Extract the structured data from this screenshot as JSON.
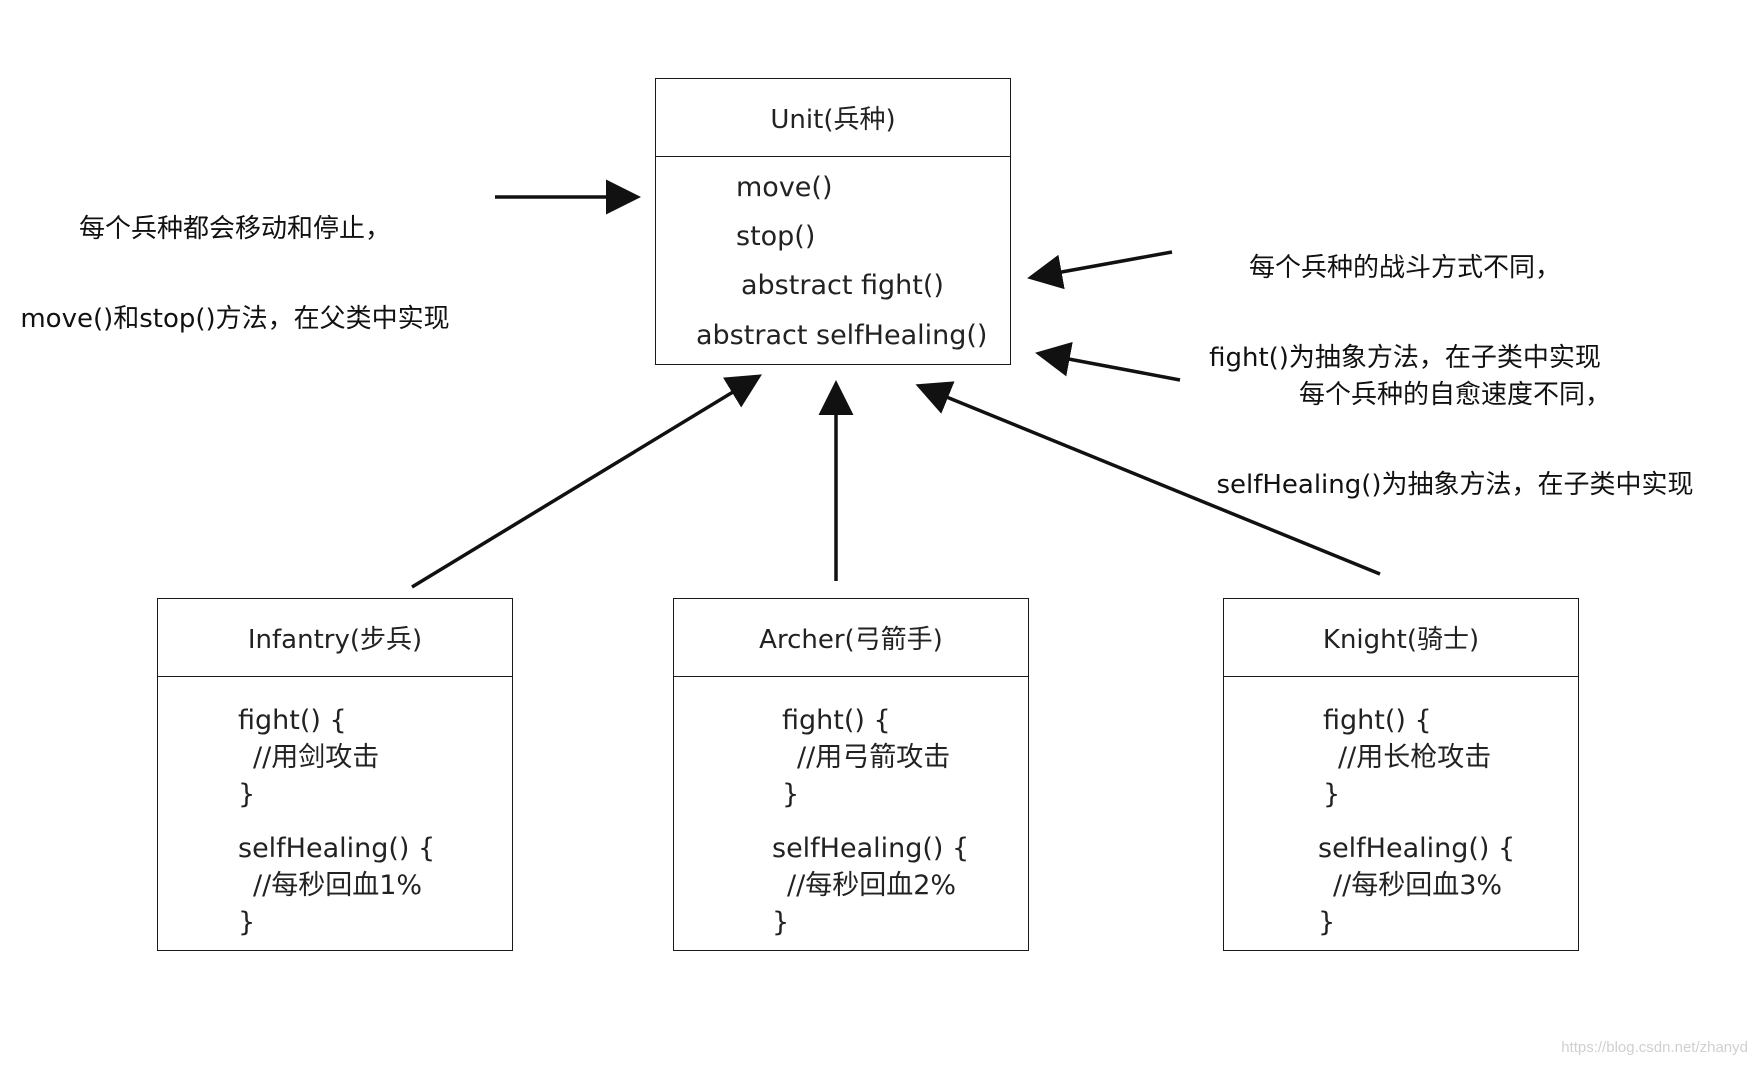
{
  "colors": {
    "stroke": "#1a1a1a",
    "text": "#222222",
    "background": "#ffffff",
    "watermark": "#d0d0d0"
  },
  "parent": {
    "title": "Unit(兵种)",
    "methods": [
      "move()",
      "stop()",
      "abstract fight()",
      "abstract selfHealing()"
    ]
  },
  "children": [
    {
      "title": "Infantry(步兵)",
      "lines": [
        "fight() {",
        "//用剑攻击",
        "}",
        "selfHealing() {",
        "//每秒回血1%",
        "}"
      ]
    },
    {
      "title": "Archer(弓箭手)",
      "lines": [
        "fight() {",
        "//用弓箭攻击",
        "}",
        "selfHealing() {",
        "//每秒回血2%",
        "}"
      ]
    },
    {
      "title": "Knight(骑士)",
      "lines": [
        "fight() {",
        "//用长枪攻击",
        "}",
        "selfHealing() {",
        "//每秒回血3%",
        "}"
      ]
    }
  ],
  "notes": {
    "move_stop": [
      "每个兵种都会移动和停止，",
      "move()和stop()方法，在父类中实现"
    ],
    "fight": [
      "每个兵种的战斗方式不同，",
      "fight()为抽象方法，在子类中实现"
    ],
    "self_healing": [
      "每个兵种的自愈速度不同，",
      "selfHealing()为抽象方法，在子类中实现"
    ]
  },
  "watermark": "https://blog.csdn.net/zhanyd"
}
